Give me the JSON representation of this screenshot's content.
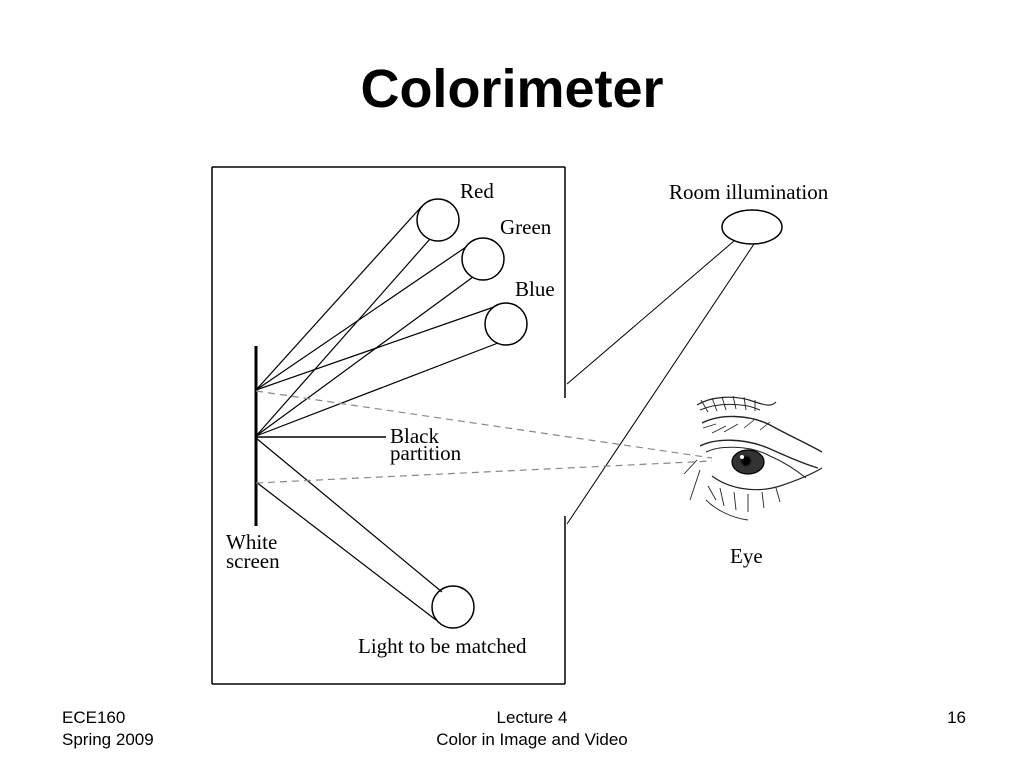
{
  "slide": {
    "title": "Colorimeter"
  },
  "diagram": {
    "labels": {
      "red": "Red",
      "green": "Green",
      "blue": "Blue",
      "room_illumination": "Room illumination",
      "black_partition_line1": "Black",
      "black_partition_line2": "partition",
      "white_screen_line1": "White",
      "white_screen_line2": "screen",
      "light_to_be_matched": "Light to be matched",
      "eye": "Eye"
    }
  },
  "footer": {
    "left_line1": "ECE160",
    "left_line2": "Spring 2009",
    "center_line1": "Lecture 4",
    "center_line2": "Color in Image and Video",
    "right": "16"
  }
}
